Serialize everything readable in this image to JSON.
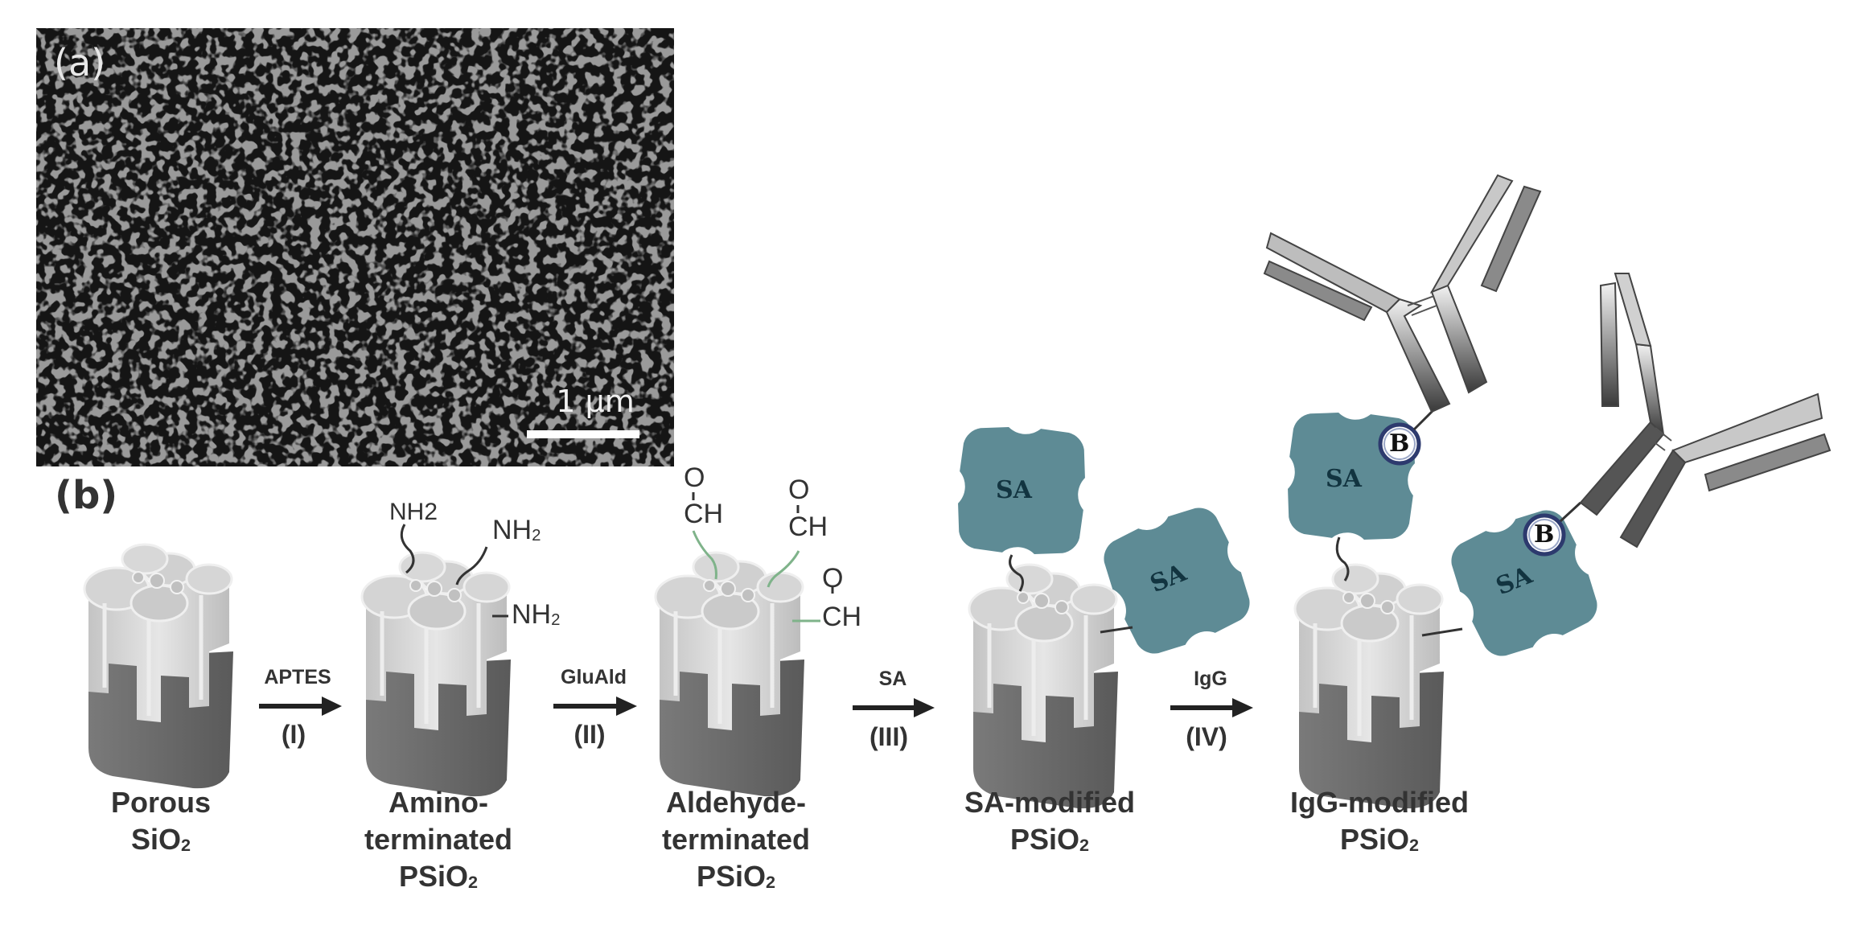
{
  "panel_a": {
    "label": "(a)",
    "scale_bar_label": "1 µm",
    "description": "SEM image of porous SiO2 surface"
  },
  "panel_b": {
    "label": "(b)",
    "stages": [
      {
        "line1": "Porous",
        "line2": "SiO",
        "sub": "2",
        "line3": ""
      },
      {
        "line1": "Amino-",
        "line2": "terminated",
        "line3": "PSiO",
        "sub": "2"
      },
      {
        "line1": "Aldehyde-",
        "line2": "terminated",
        "line3": "PSiO",
        "sub": "2"
      },
      {
        "line1": "SA-modified",
        "line2": "PSiO",
        "sub": "2",
        "line3": ""
      },
      {
        "line1": "IgG-modified",
        "line2": "PSiO",
        "sub": "2",
        "line3": ""
      }
    ],
    "steps": [
      {
        "reagent": "APTES",
        "roman": "(I)"
      },
      {
        "reagent": "GluAld",
        "roman": "(II)"
      },
      {
        "reagent": "SA",
        "roman": "(III)"
      },
      {
        "reagent": "IgG",
        "roman": "(IV)"
      }
    ],
    "amino_groups": [
      "NH2",
      "NH",
      "NH"
    ],
    "amino_sub": "2",
    "aldehyde_groups": {
      "o": "O",
      "ch": "CH"
    },
    "protein_label": "SA",
    "biotin_label": "B"
  },
  "colors": {
    "text": "#333333",
    "sa_teal": "#5e8b95",
    "pillar_light": "#d8d8d8",
    "pillar_dark": "#6e6e6e",
    "linker_green": "#7fb38a",
    "biotin_ring": "#2d3a6e",
    "arrow": "#222222"
  }
}
